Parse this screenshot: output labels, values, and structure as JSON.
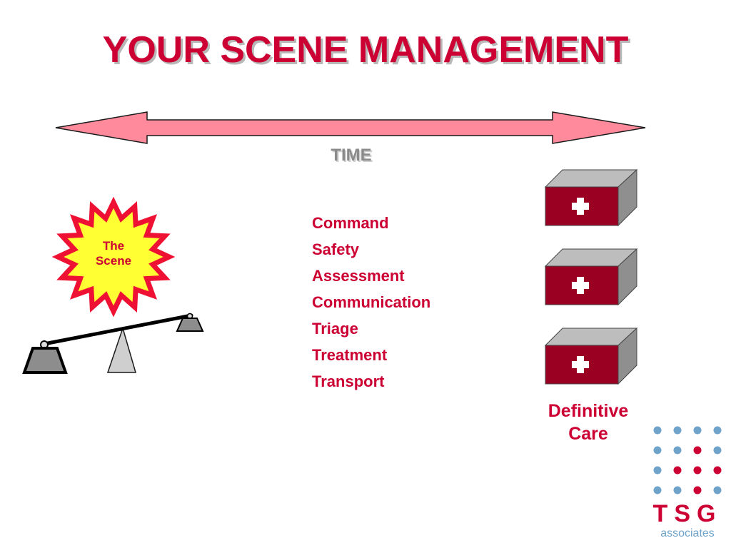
{
  "title": "YOUR SCENE MANAGEMENT",
  "timeline": {
    "label": "TIME"
  },
  "scene": {
    "line1": "The",
    "line2": "Scene"
  },
  "steps": [
    "Command",
    "Safety",
    "Assessment",
    "Communication",
    "Triage",
    "Treatment",
    "Transport"
  ],
  "definitive_care": {
    "line1": "Definitive",
    "line2": "Care"
  },
  "logo": {
    "name": "TSG",
    "subtitle": "associates"
  },
  "colors": {
    "accent": "#cc0033",
    "arrow_fill": "#ff8a9c",
    "burst_fill": "#ffff33",
    "burst_stroke": "#ee1133",
    "kit_front": "#990022",
    "kit_side": "#8f8f8f",
    "kit_top": "#bdbdbd",
    "logo_blue": "#6fa3c9"
  },
  "icons": [
    "double-arrow",
    "starburst",
    "balance-scale",
    "first-aid-kit",
    "dot-grid"
  ]
}
